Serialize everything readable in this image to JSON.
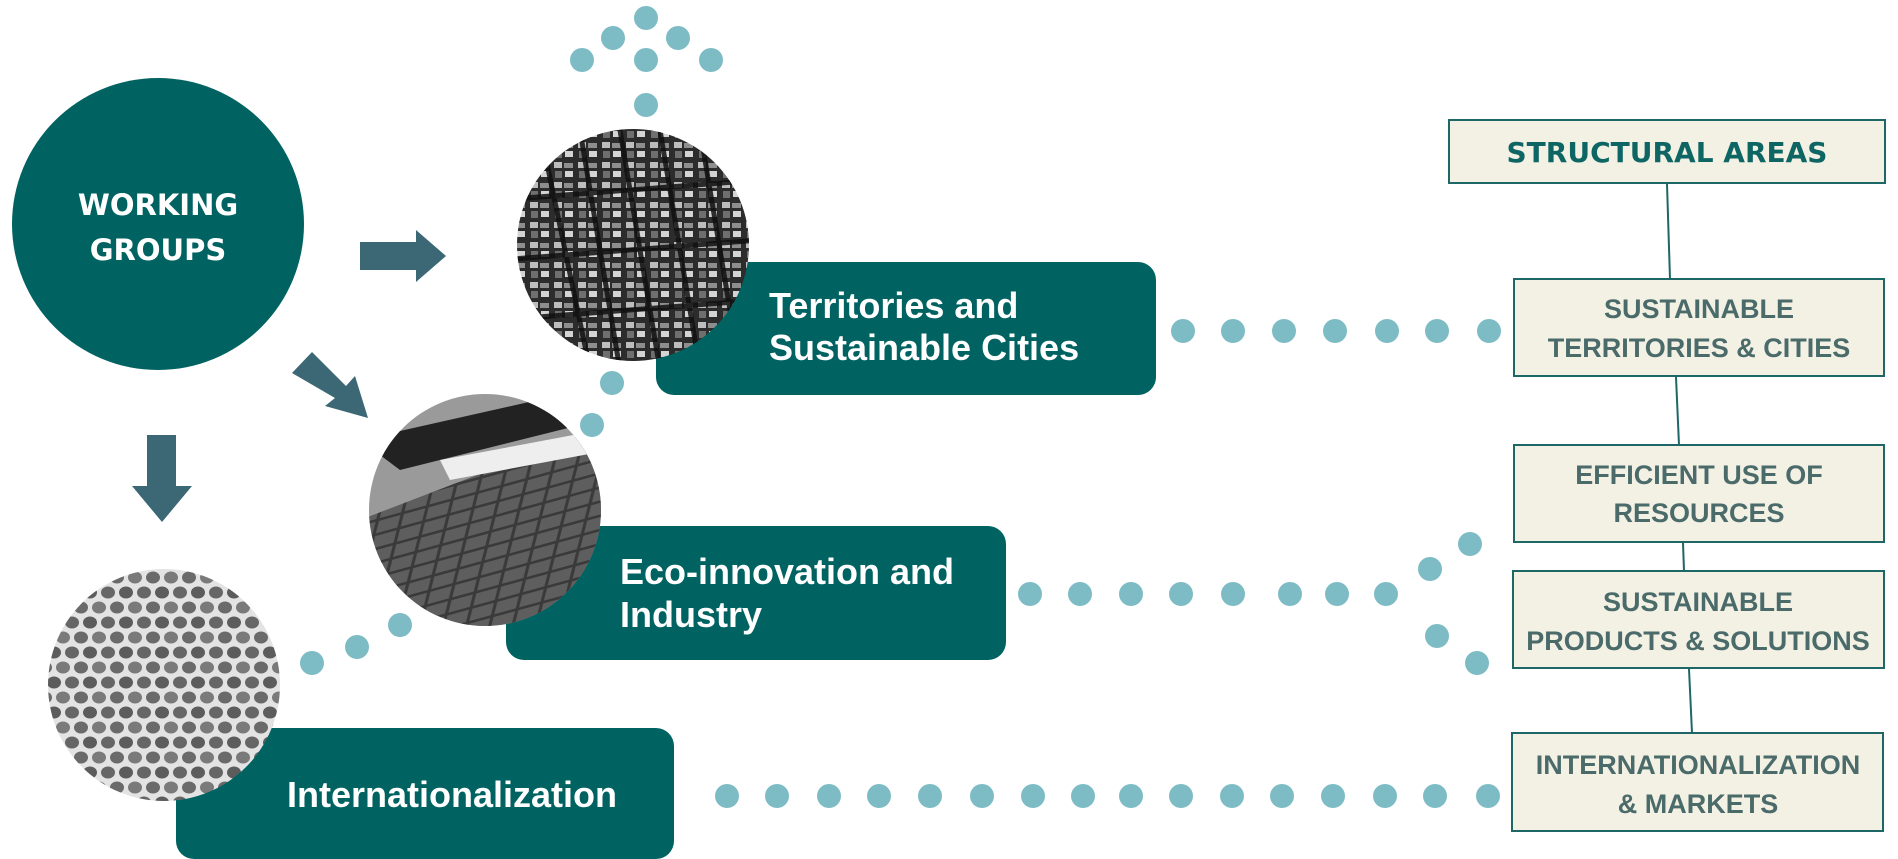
{
  "colors": {
    "teal": "#006361",
    "arrow": "#3c6775",
    "dot": "#7dbcc4",
    "box_fill": "#f3f0e4",
    "box_text": "#4a6b6a",
    "header_text": "#0e6664"
  },
  "hub": {
    "line1": "WORKING",
    "line2": "GROUPS"
  },
  "working_groups": [
    {
      "line1": "Territories  and",
      "line2": "Sustainable  Cities",
      "image": "aerial-city-photo"
    },
    {
      "line1": "Eco-innovation  and",
      "line2": "Industry",
      "image": "solar-panel-photo"
    },
    {
      "line1": "Internationalization",
      "image": "honeycomb-texture-photo"
    }
  ],
  "structural_areas": {
    "header": "STRUCTURAL AREAS",
    "items": [
      {
        "line1": "SUSTAINABLE",
        "line2": "TERRITORIES & CITIES"
      },
      {
        "line1": "EFFICIENT USE OF",
        "line2": "RESOURCES"
      },
      {
        "line1": "SUSTAINABLE",
        "line2": "PRODUCTS & SOLUTIONS"
      },
      {
        "line1": "INTERNATIONALIZATION",
        "line2": "& MARKETS"
      }
    ]
  }
}
